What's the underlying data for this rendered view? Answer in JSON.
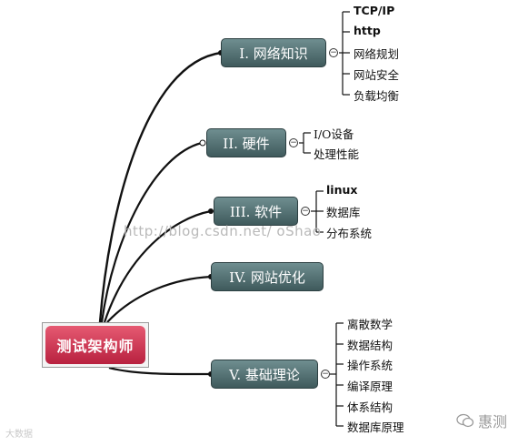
{
  "root": {
    "label": "测试架构师"
  },
  "topics": [
    {
      "label": "I. 网络知识",
      "leaves": [
        "TCP/IP",
        "http",
        "网络规划",
        "网站安全",
        "负载均衡"
      ]
    },
    {
      "label": "II. 硬件",
      "leaves": [
        "I/O设备",
        "处理性能"
      ]
    },
    {
      "label": "III. 软件",
      "leaves": [
        "linux",
        "数据库",
        "分布系统"
      ]
    },
    {
      "label": "IV. 网站优化",
      "leaves": []
    },
    {
      "label": "V. 基础理论",
      "leaves": [
        "离散数学",
        "数据结构",
        "操作系统",
        "编译原理",
        "体系结构",
        "数据库原理"
      ]
    }
  ],
  "watermark": "http://blog.csdn.net/         oShao",
  "footer": {
    "left_logo": "大数据",
    "right_logo": "惠测"
  }
}
